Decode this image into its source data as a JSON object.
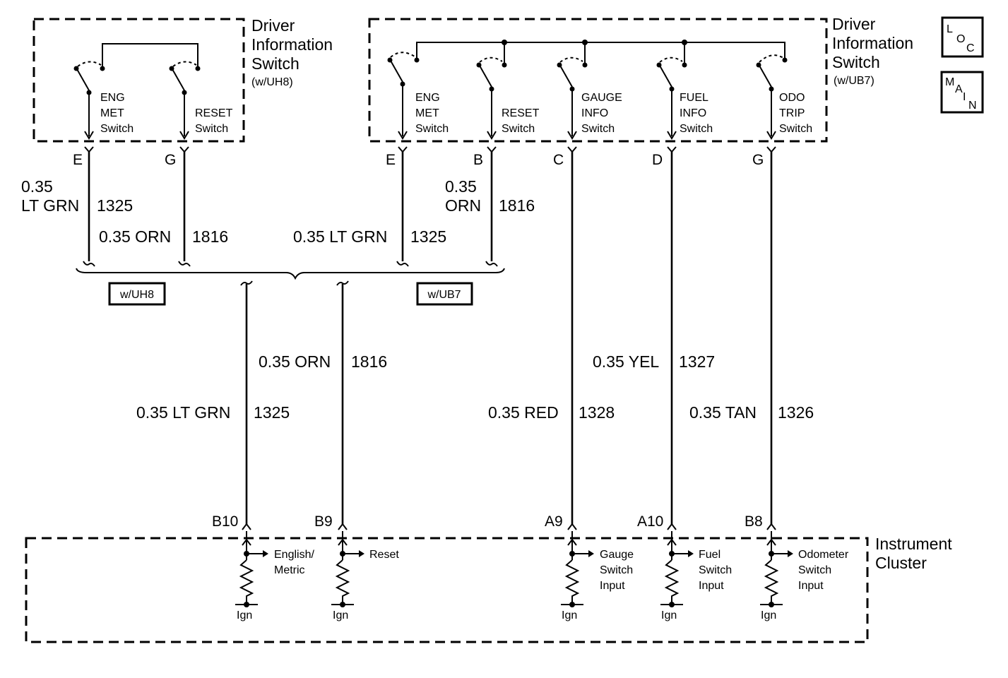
{
  "left_switch": {
    "title_line1": "Driver",
    "title_line2": "Information",
    "title_line3": "Switch",
    "option": "(w/UH8)",
    "switches": [
      {
        "lines": [
          "ENG",
          "MET",
          "Switch"
        ],
        "pin": "E"
      },
      {
        "lines": [
          "RESET",
          "Switch"
        ],
        "pin": "G"
      }
    ]
  },
  "right_switch": {
    "title_line1": "Driver",
    "title_line2": "Information",
    "title_line3": "Switch",
    "option": "(w/UB7)",
    "switches": [
      {
        "lines": [
          "ENG",
          "MET",
          "Switch"
        ],
        "pin": "E"
      },
      {
        "lines": [
          "RESET",
          "Switch"
        ],
        "pin": "B"
      },
      {
        "lines": [
          "GAUGE",
          "INFO",
          "Switch"
        ],
        "pin": "C"
      },
      {
        "lines": [
          "FUEL",
          "INFO",
          "Switch"
        ],
        "pin": "D"
      },
      {
        "lines": [
          "ODO",
          "TRIP",
          "Switch"
        ],
        "pin": "G"
      }
    ]
  },
  "icons": {
    "loc": [
      "L",
      "O",
      "C"
    ],
    "main": [
      "M",
      "A",
      "I",
      "N"
    ]
  },
  "upper_wires": {
    "uh8_e": {
      "gauge": "0.35",
      "color": "LT GRN",
      "circuit": "1325"
    },
    "uh8_g": {
      "label": "0.35 ORN",
      "circuit": "1816"
    },
    "ub7_e": {
      "label": "0.35 LT GRN",
      "circuit": "1325"
    },
    "ub7_b": {
      "gauge": "0.35",
      "color": "ORN",
      "circuit": "1816"
    }
  },
  "options": {
    "uh8": "w/UH8",
    "ub7": "w/UB7"
  },
  "lower_wires": [
    {
      "label": "0.35 LT GRN",
      "circuit": "1325",
      "pin": "B10"
    },
    {
      "label": "0.35 ORN",
      "circuit": "1816",
      "pin": "B9"
    },
    {
      "label": "0.35 RED",
      "circuit": "1328",
      "pin": "A9"
    },
    {
      "label": "0.35 YEL",
      "circuit": "1327",
      "pin": "A10"
    },
    {
      "label": "0.35 TAN",
      "circuit": "1326",
      "pin": "B8"
    }
  ],
  "cluster": {
    "title_line1": "Instrument",
    "title_line2": "Cluster",
    "inputs": [
      {
        "lines": [
          "English/",
          "Metric"
        ],
        "ign": "Ign"
      },
      {
        "lines": [
          "Reset"
        ],
        "ign": "Ign"
      },
      {
        "lines": [
          "Gauge",
          "Switch",
          "Input"
        ],
        "ign": "Ign"
      },
      {
        "lines": [
          "Fuel",
          "Switch",
          "Input"
        ],
        "ign": "Ign"
      },
      {
        "lines": [
          "Odometer",
          "Switch",
          "Input"
        ],
        "ign": "Ign"
      }
    ]
  }
}
